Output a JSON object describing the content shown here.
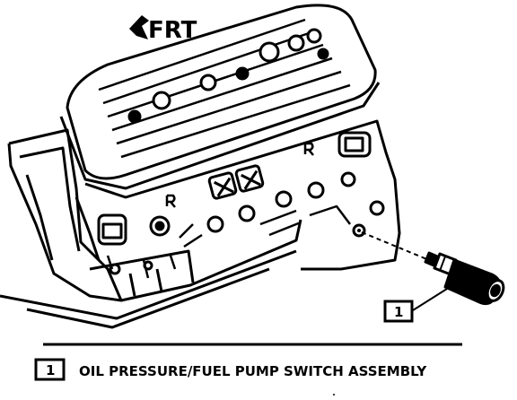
{
  "front_label": "FRT",
  "callout": {
    "number": "1"
  },
  "legend": {
    "items": [
      {
        "number": "1",
        "label": "OIL PRESSURE/FUEL PUMP SWITCH ASSEMBLY"
      }
    ]
  }
}
